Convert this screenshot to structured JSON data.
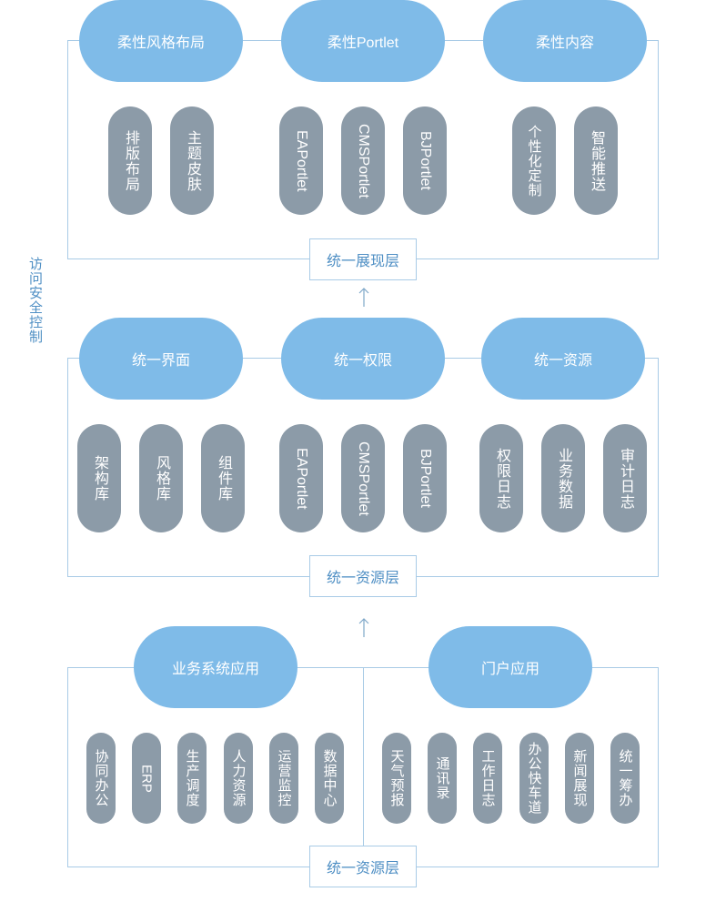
{
  "side_label": "访问安全控制",
  "top_group": {
    "heads": [
      "柔性风格布局",
      "柔性Portlet",
      "柔性内容"
    ],
    "pills": [
      "排版布局",
      "主题皮肤",
      "EAPortlet",
      "CMSPortlet",
      "BJPortlet",
      "个性化定制",
      "智能推送"
    ],
    "layer": "统一展现层"
  },
  "mid_group": {
    "heads": [
      "统一界面",
      "统一权限",
      "统一资源"
    ],
    "pills": [
      "架构库",
      "风格库",
      "组件库",
      "EAPortlet",
      "CMSPortlet",
      "BJPortlet",
      "权限日志",
      "业务数据",
      "审计日志"
    ],
    "layer": "统一资源层"
  },
  "bottom_group": {
    "heads": [
      "业务系统应用",
      "门户应用"
    ],
    "pills": [
      "协同办公",
      "ERP",
      "生产调度",
      "人力资源",
      "运营监控",
      "数据中心",
      "天气预报",
      "通讯录",
      "工作日志",
      "办公快车道",
      "新闻展现",
      "统一筹办"
    ],
    "layer": "统一资源层"
  },
  "colors": {
    "head_fill": "#7fbbe8",
    "pill_fill": "#8c9ba8",
    "frame_line": "#a9cbe6",
    "label_text": "#4f8fc4"
  }
}
